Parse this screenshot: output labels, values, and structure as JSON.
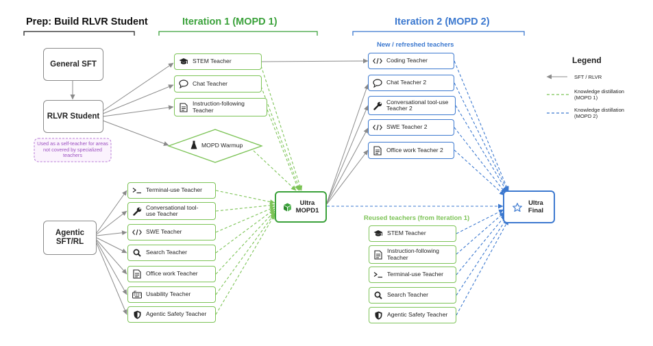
{
  "headers": {
    "prep": "Prep: Build RLVR Student",
    "iter1": "Iteration 1  (MOPD 1)",
    "iter2": "Iteration 2  (MOPD 2)",
    "new_teachers": "New / refreshed teachers",
    "reused_teachers": "Reused teachers (from Iteration 1)"
  },
  "prep": {
    "general_sft": "General SFT",
    "rlvr_student": "RLVR Student",
    "self_teacher_note": "Used as a self-teacher for areas not covered by specialized teachers",
    "agentic": "Agentic SFT/RL"
  },
  "iter1": {
    "stem": "STEM Teacher",
    "chat": "Chat Teacher",
    "instruction": "Instruction-following Teacher",
    "warmup": "MOPD Warmup",
    "terminal": "Terminal-use Teacher",
    "conversational": "Conversational tool-use Teacher",
    "swe": "SWE Teacher",
    "search": "Search Teacher",
    "office": "Office work Teacher",
    "usability": "Usability Teacher",
    "safety": "Agentic Safety Teacher",
    "ultra_mopd1": "Ultra MOPD1"
  },
  "iter2": {
    "coding": "Coding Teacher",
    "chat2": "Chat Teacher 2",
    "conv2": "Conversational tool-use Teacher 2",
    "swe2": "SWE Teacher 2",
    "office2": "Office work Teacher 2",
    "stem": "STEM Teacher",
    "instruction": "Instruction-following Teacher",
    "terminal": "Terminal-use Teacher",
    "search": "Search Teacher",
    "safety": "Agentic Safety Teacher",
    "ultra_final": "Ultra Final"
  },
  "legend": {
    "title": "Legend",
    "sft_rlvr": "SFT / RLVR",
    "kd1": "Knowledge distillation (MOPD 1)",
    "kd2": "Knowledge distillation (MOPD 2)"
  },
  "colors": {
    "green": "#7cc356",
    "green_dark": "#3aa13a",
    "blue": "#3b78cf",
    "gray": "#8a8a8a",
    "purple": "#9b4fc0"
  },
  "icons": {
    "stem": "graduation-cap-icon",
    "chat": "speech-bubble-icon",
    "instruction": "document-icon",
    "warmup": "flask-icon",
    "terminal": "terminal-icon",
    "conversational": "wrench-icon",
    "swe": "code-icon",
    "search": "magnifier-icon",
    "office": "document-icon",
    "usability": "keyboard-icon",
    "safety": "shield-icon",
    "ultra_mopd1": "cube-icon",
    "ultra_final": "star-icon"
  }
}
